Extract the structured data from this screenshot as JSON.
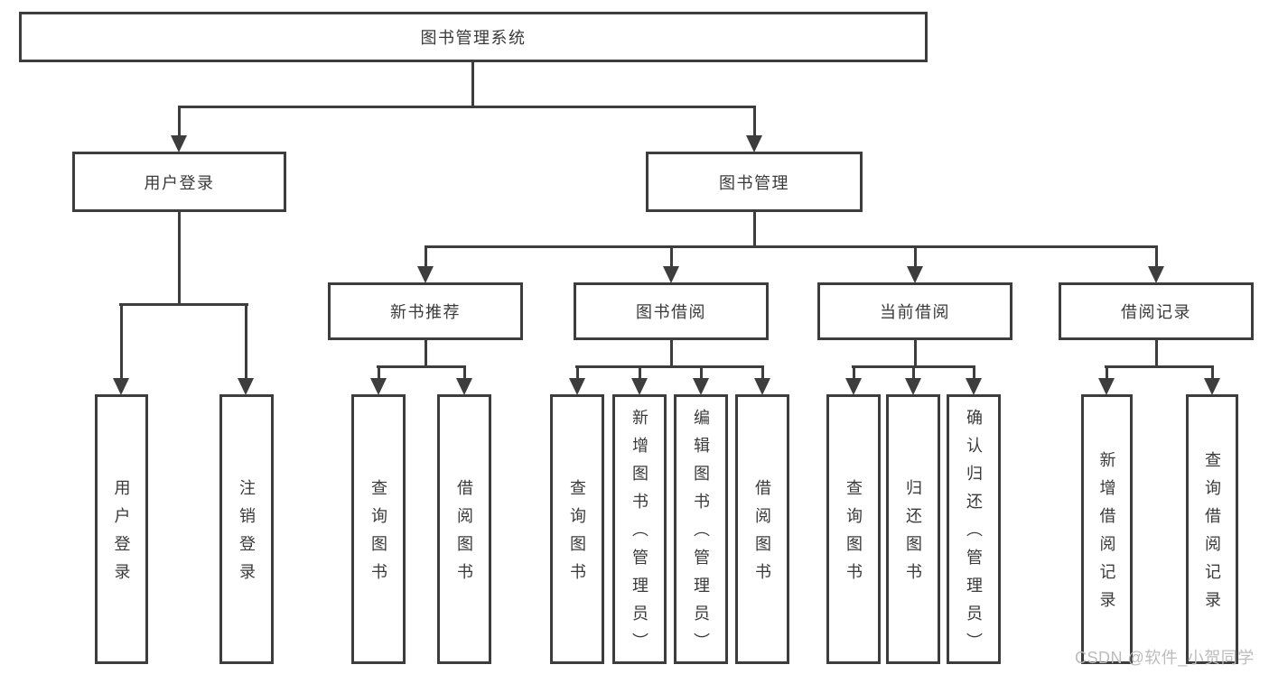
{
  "colors": {
    "line": "#3d3d3d",
    "text": "#3a3a3a",
    "background": "#ffffff",
    "watermark": "#bcbcbc"
  },
  "root": {
    "label": "图书管理系统"
  },
  "branches": [
    {
      "label": "用户登录",
      "children": [
        {
          "label": "用户登录"
        },
        {
          "label": "注销登录"
        }
      ]
    },
    {
      "label": "图书管理",
      "children": [
        {
          "label": "新书推荐",
          "children": [
            {
              "label": "查询图书"
            },
            {
              "label": "借阅图书"
            }
          ]
        },
        {
          "label": "图书借阅",
          "children": [
            {
              "label": "查询图书"
            },
            {
              "label": "新增图书（管理员）"
            },
            {
              "label": "编辑图书（管理员）"
            },
            {
              "label": "借阅图书"
            }
          ]
        },
        {
          "label": "当前借阅",
          "children": [
            {
              "label": "查询图书"
            },
            {
              "label": "归还图书"
            },
            {
              "label": "确认归还（管理员）"
            }
          ]
        },
        {
          "label": "借阅记录",
          "children": [
            {
              "label": "新增借阅记录"
            },
            {
              "label": "查询借阅记录"
            }
          ]
        }
      ]
    }
  ],
  "watermark": {
    "text": "CSDN @软件_小贺同学"
  }
}
